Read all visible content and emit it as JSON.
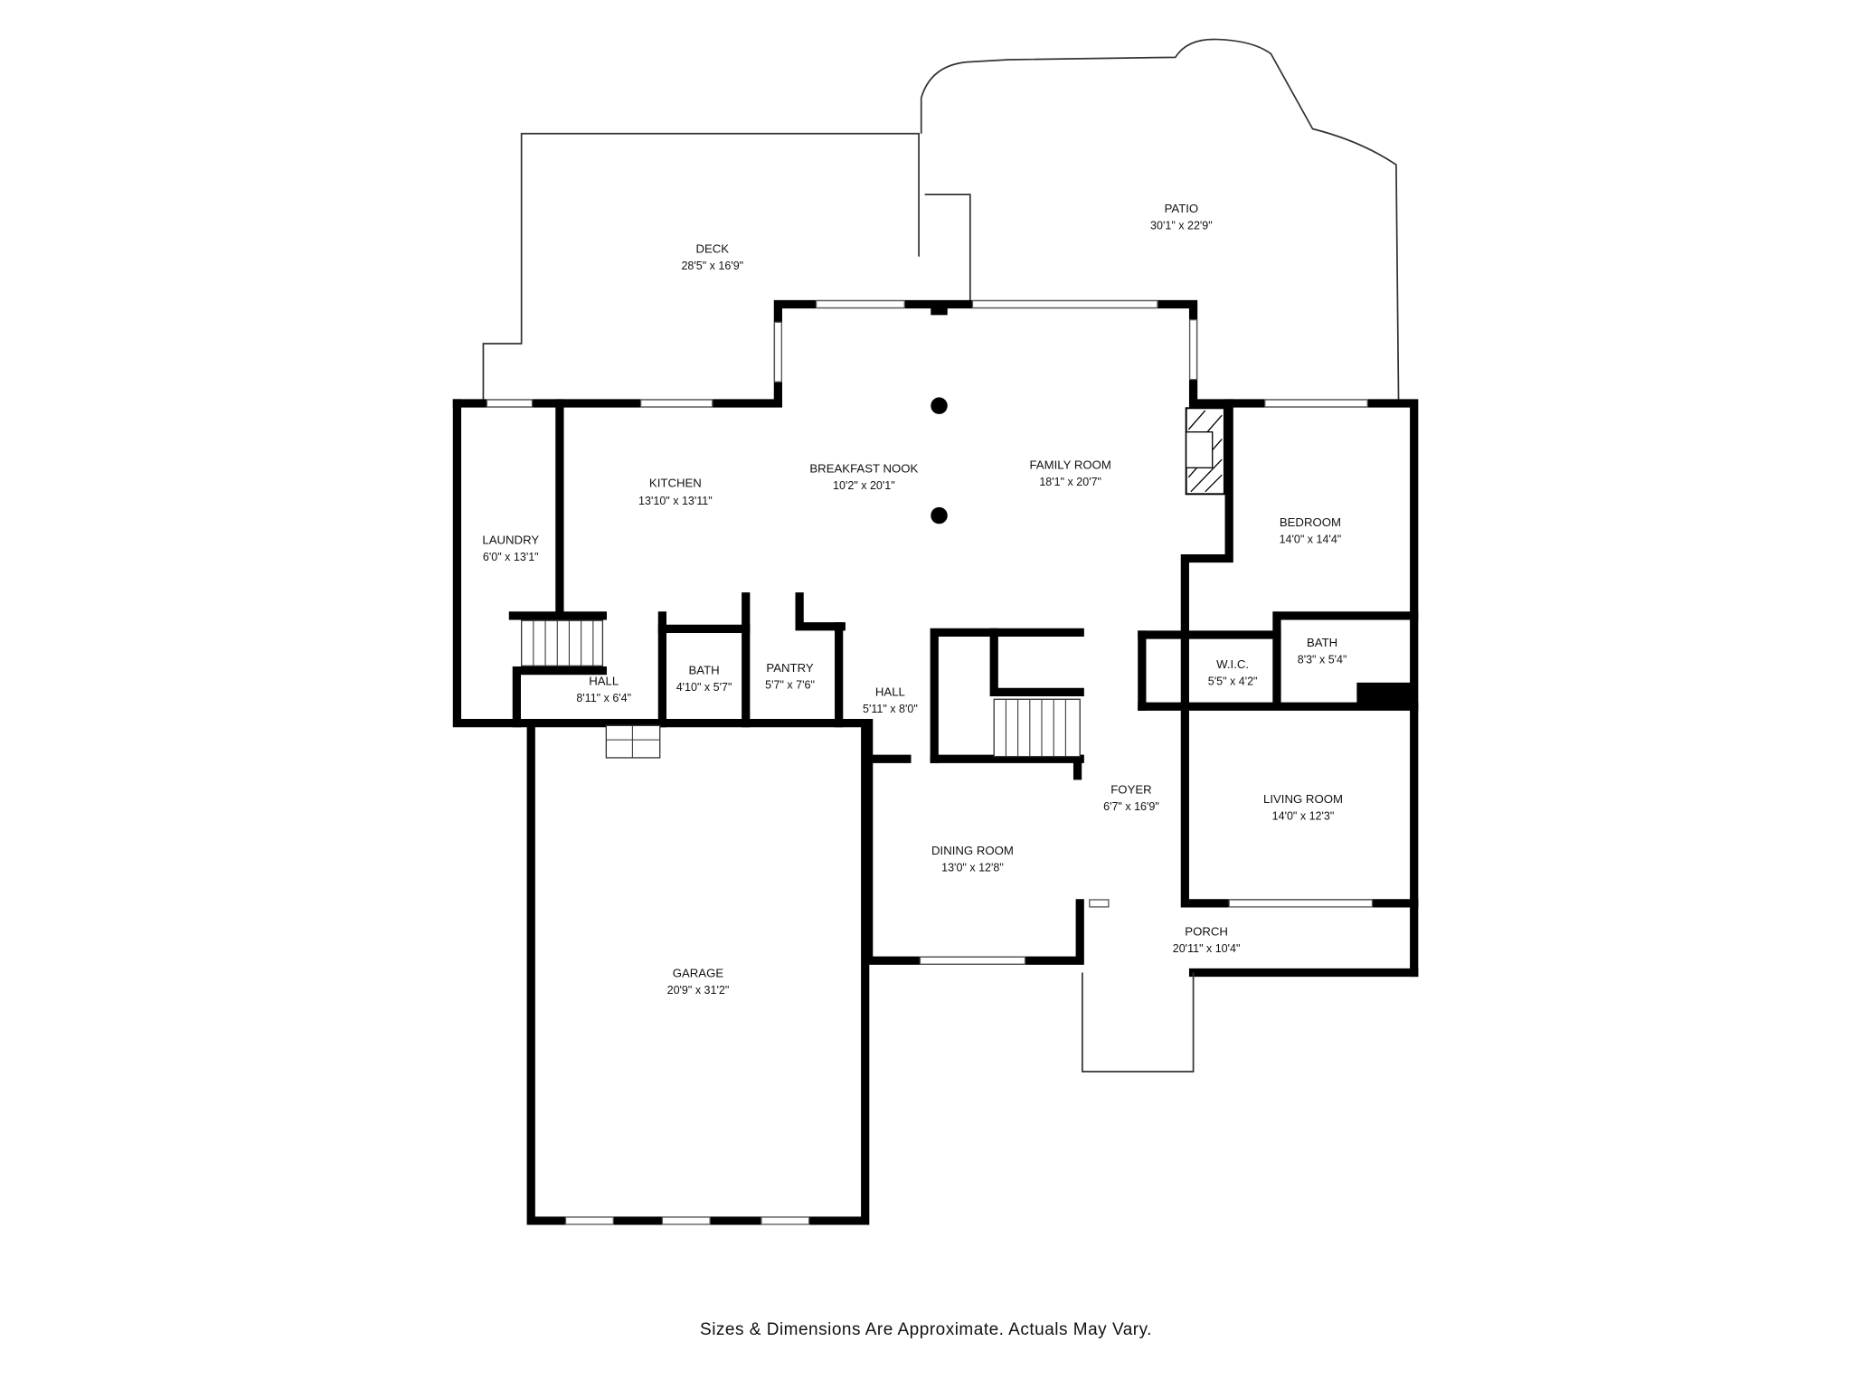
{
  "rooms": {
    "deck": {
      "name": "DECK",
      "dims": "28'5\" x 16'9\""
    },
    "patio": {
      "name": "PATIO",
      "dims": "30'1\" x 22'9\""
    },
    "kitchen": {
      "name": "KITCHEN",
      "dims": "13'10\" x 13'11\""
    },
    "breakfast_nook": {
      "name": "BREAKFAST NOOK",
      "dims": "10'2\" x 20'1\""
    },
    "family_room": {
      "name": "FAMILY ROOM",
      "dims": "18'1\" x 20'7\""
    },
    "laundry": {
      "name": "LAUNDRY",
      "dims": "6'0\" x 13'1\""
    },
    "bedroom": {
      "name": "BEDROOM",
      "dims": "14'0\" x 14'4\""
    },
    "hall1": {
      "name": "HALL",
      "dims": "8'11\" x 6'4\""
    },
    "bath1": {
      "name": "BATH",
      "dims": "4'10\" x 5'7\""
    },
    "pantry": {
      "name": "PANTRY",
      "dims": "5'7\" x 7'6\""
    },
    "hall2": {
      "name": "HALL",
      "dims": "5'11\" x 8'0\""
    },
    "wic": {
      "name": "W.I.C.",
      "dims": "5'5\" x 4'2\""
    },
    "bath2": {
      "name": "BATH",
      "dims": "8'3\" x 5'4\""
    },
    "foyer": {
      "name": "FOYER",
      "dims": "6'7\" x 16'9\""
    },
    "living_room": {
      "name": "LIVING ROOM",
      "dims": "14'0\" x 12'3\""
    },
    "dining_room": {
      "name": "DINING ROOM",
      "dims": "13'0\" x 12'8\""
    },
    "porch": {
      "name": "PORCH",
      "dims": "20'11\" x 10'4\""
    },
    "garage": {
      "name": "GARAGE",
      "dims": "20'9\" x 31'2\""
    }
  },
  "disclaimer": "Sizes & Dimensions Are Approximate. Actuals May Vary."
}
